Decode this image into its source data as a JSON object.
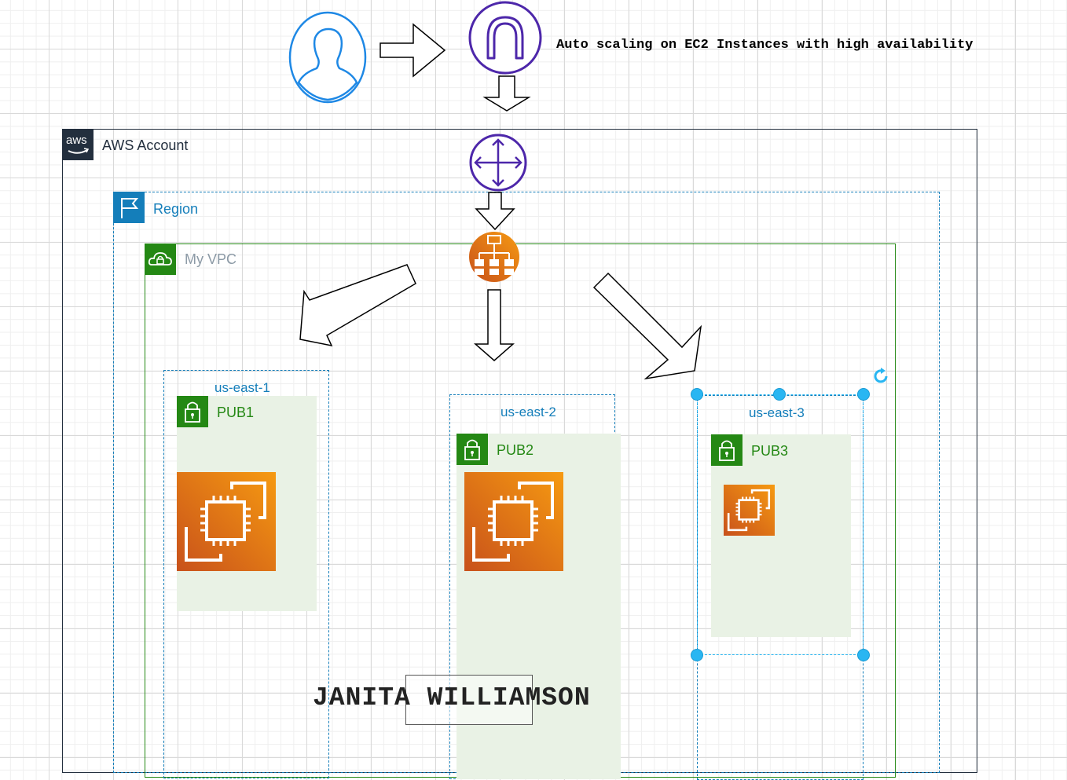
{
  "diagram": {
    "title": "Auto scaling on EC2 Instances with high availability",
    "aws_account_label": "AWS Account",
    "aws_logo_text": "aws",
    "region_label": "Region",
    "vpc_label": "My VPC",
    "zones": [
      {
        "label": "us-east-1",
        "subnet": "PUB1"
      },
      {
        "label": "us-east-2",
        "subnet": "PUB2"
      },
      {
        "label": "us-east-3",
        "subnet": "PUB3"
      }
    ],
    "watermark": "JANITA WILLIAMSON"
  },
  "icons": {
    "user": "user-icon",
    "gateway": "internet-gateway-icon",
    "router": "router-icon",
    "load_balancer": "load-balancer-icon",
    "ec2": "ec2-instance-icon",
    "lock": "lock-icon",
    "region_flag": "flag-icon",
    "vpc_cloud": "cloud-lock-icon",
    "rotate": "rotate-icon"
  },
  "colors": {
    "aws_account_border": "#232f3e",
    "region_blue": "#147eba",
    "vpc_green": "#248814",
    "subnet_fill": "#e9f2e5",
    "zone_blue": "#147eba",
    "purple": "#4d27aa",
    "user_blue": "#1e88e5",
    "orange": "#ed7100",
    "selection_blue": "#29b6f2"
  }
}
